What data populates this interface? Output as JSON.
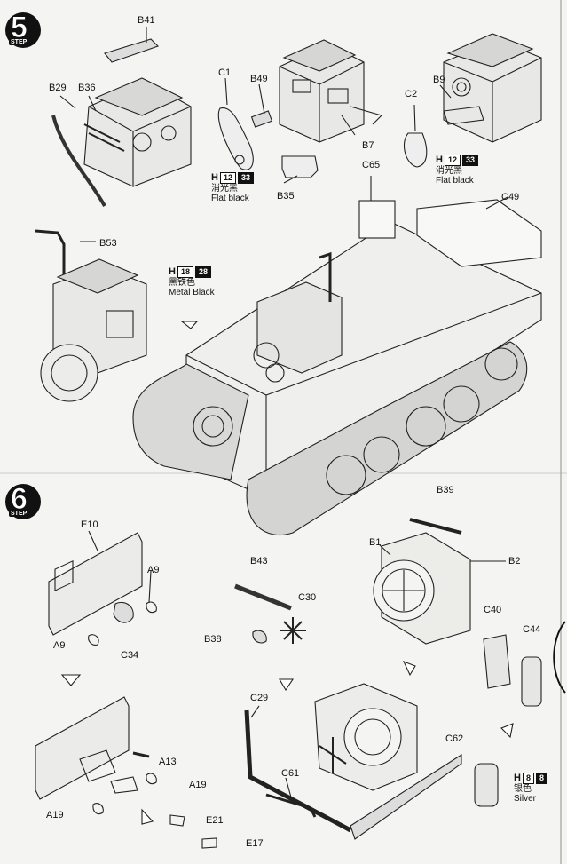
{
  "steps": [
    {
      "number": "5",
      "tag": "STEP"
    },
    {
      "number": "6",
      "tag": "STEP"
    }
  ],
  "parts": {
    "B41": "B41",
    "B29": "B29",
    "B36": "B36",
    "C1": "C1",
    "B49": "B49",
    "B7": "B7",
    "B35": "B35",
    "C2": "C2",
    "B9": "B9",
    "C65": "C65",
    "C49": "C49",
    "B53": "B53",
    "E10": "E10",
    "A9a": "A9",
    "A9b": "A9",
    "C34": "C34",
    "B43": "B43",
    "C30": "C30",
    "B38": "B38",
    "B39": "B39",
    "B1": "B1",
    "B2": "B2",
    "C40": "C40",
    "C44": "C44",
    "C29": "C29",
    "C61": "C61",
    "C62": "C62",
    "A13": "A13",
    "A19a": "A19",
    "A19b": "A19",
    "E21": "E21",
    "E17": "E17"
  },
  "paints": [
    {
      "letter": "H",
      "a": "12",
      "b": "33",
      "cn": "消光黑",
      "en": "Flat black"
    },
    {
      "letter": "H",
      "a": "12",
      "b": "33",
      "cn": "消光黑",
      "en": "Flat black"
    },
    {
      "letter": "H",
      "a": "18",
      "b": "28",
      "cn": "黑铁色",
      "en": "Metal  Black"
    },
    {
      "letter": "H",
      "a": "8",
      "b": "8",
      "cn": "银色",
      "en": "Silver"
    }
  ]
}
